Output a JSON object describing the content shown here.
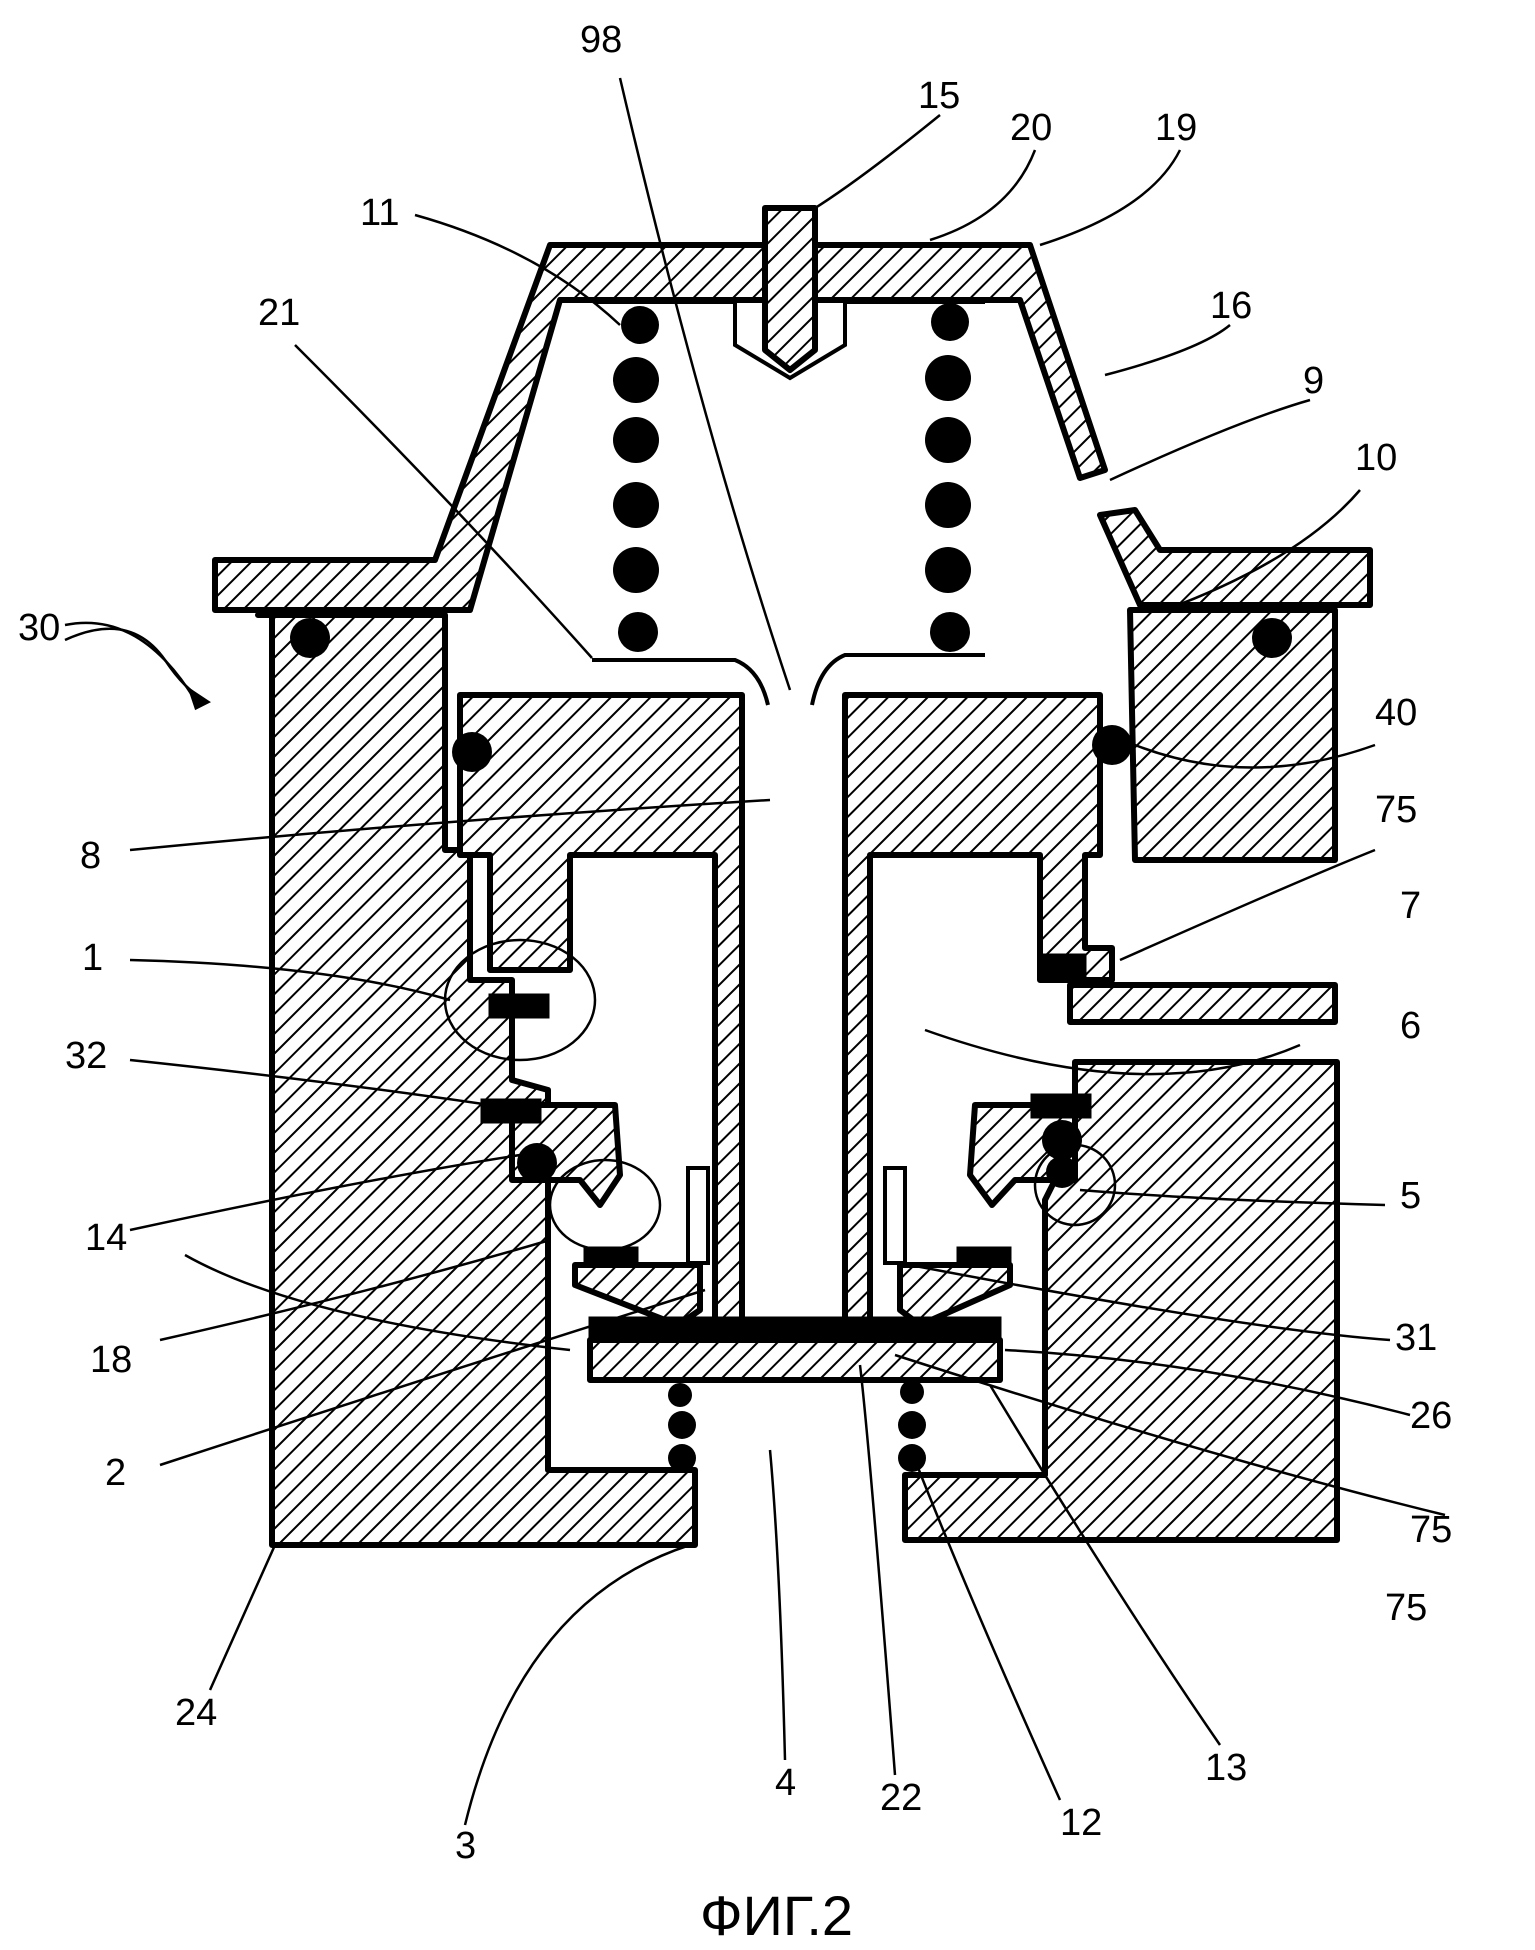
{
  "figure": {
    "caption": "ФИГ.2",
    "labels": [
      {
        "id": "98",
        "text": "98"
      },
      {
        "id": "15",
        "text": "15"
      },
      {
        "id": "20",
        "text": "20"
      },
      {
        "id": "19",
        "text": "19"
      },
      {
        "id": "11",
        "text": "11"
      },
      {
        "id": "16",
        "text": "16"
      },
      {
        "id": "21",
        "text": "21"
      },
      {
        "id": "9",
        "text": "9"
      },
      {
        "id": "10",
        "text": "10"
      },
      {
        "id": "30",
        "text": "30"
      },
      {
        "id": "40",
        "text": "40"
      },
      {
        "id": "75a",
        "text": "75"
      },
      {
        "id": "8",
        "text": "8"
      },
      {
        "id": "7",
        "text": "7"
      },
      {
        "id": "1",
        "text": "1"
      },
      {
        "id": "6",
        "text": "6"
      },
      {
        "id": "32",
        "text": "32"
      },
      {
        "id": "5",
        "text": "5"
      },
      {
        "id": "14",
        "text": "14"
      },
      {
        "id": "31",
        "text": "31"
      },
      {
        "id": "18",
        "text": "18"
      },
      {
        "id": "26",
        "text": "26"
      },
      {
        "id": "2",
        "text": "2"
      },
      {
        "id": "75b",
        "text": "75"
      },
      {
        "id": "75c",
        "text": "75"
      },
      {
        "id": "24",
        "text": "24"
      },
      {
        "id": "4",
        "text": "4"
      },
      {
        "id": "22",
        "text": "22"
      },
      {
        "id": "12",
        "text": "12"
      },
      {
        "id": "13",
        "text": "13"
      },
      {
        "id": "3",
        "text": "3"
      }
    ]
  }
}
